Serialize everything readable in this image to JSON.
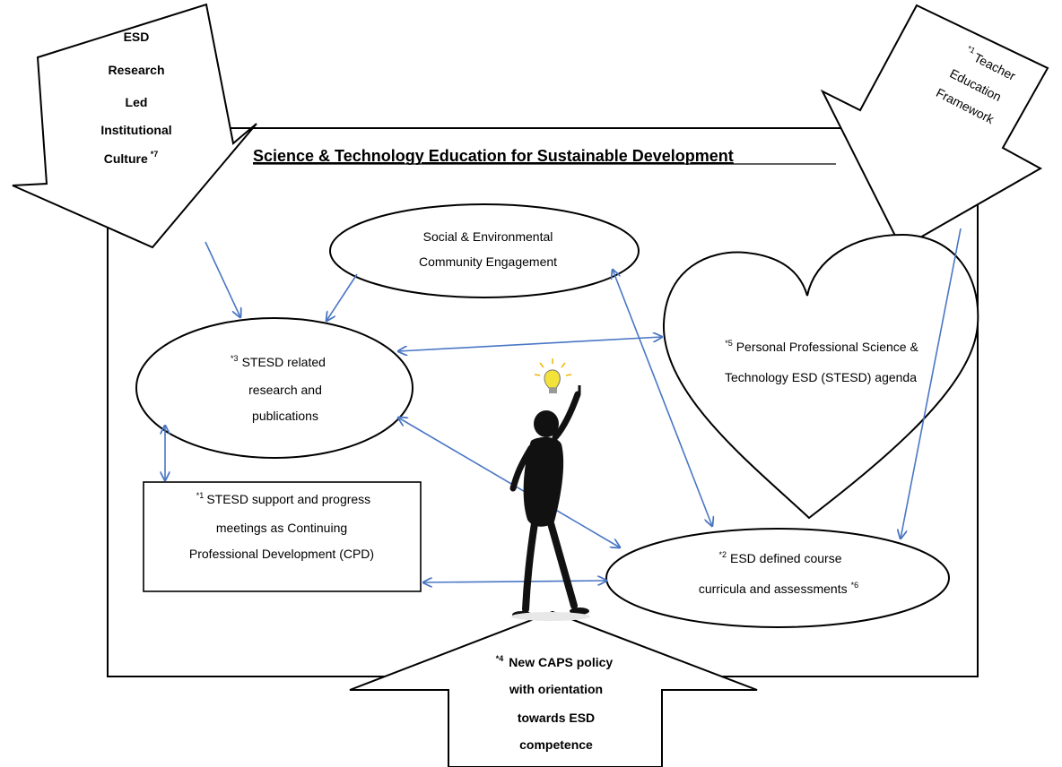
{
  "diagram": {
    "title": "Science & Technology Education for Sustainable Development",
    "arrows": {
      "top_left": {
        "lines": [
          "ESD",
          "Research",
          "Led",
          "Institutional",
          "Culture"
        ],
        "sup": "*7"
      },
      "top_right": {
        "sup": "*1",
        "lines": [
          "Teacher",
          "Education",
          "Framework"
        ]
      },
      "bottom": {
        "sup": "*4",
        "lines": [
          "New CAPS policy",
          "with orientation",
          "towards ESD",
          "competence"
        ]
      }
    },
    "nodes": {
      "community": {
        "lines": [
          "Social & Environmental",
          "Community Engagement"
        ]
      },
      "research": {
        "sup": "*3",
        "lines": [
          "STESD related",
          "research and",
          "publications"
        ]
      },
      "agenda": {
        "sup": "*5",
        "lines": [
          "Personal Professional Science &",
          "Technology ESD (STESD) agenda"
        ]
      },
      "cpd": {
        "sup": "*1",
        "lines": [
          "STESD support and progress",
          "meetings as Continuing",
          "Professional Development (CPD)"
        ]
      },
      "curricula": {
        "sup": "*2",
        "sup_end": "*6",
        "lines": [
          "ESD defined course",
          "curricula and assessments"
        ]
      }
    }
  }
}
